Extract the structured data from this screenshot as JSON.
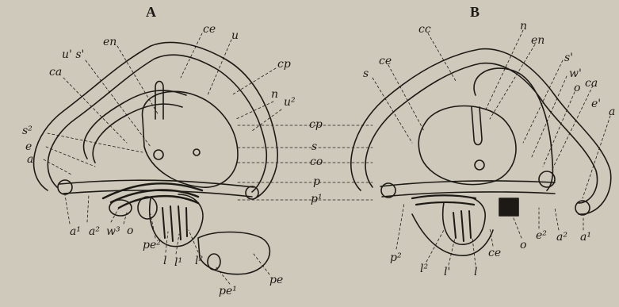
{
  "panels": {
    "a": "A",
    "b": "B"
  },
  "labels_a": {
    "en": "en",
    "ce": "ce",
    "u": "u",
    "u1s": "u' s'",
    "ca": "ca",
    "cp": "cp",
    "n": "n",
    "u2": "u²",
    "s2": "s²",
    "e": "e",
    "a": "a",
    "a1": "a¹",
    "a2": "a²",
    "w3": "w³",
    "o": "o",
    "pe2": "pe²",
    "l": "l",
    "l1": "l¹",
    "l2": "l²",
    "pe1": "pe¹",
    "pe": "pe"
  },
  "labels_mid": {
    "cp": "cp",
    "s": "s",
    "co": "co",
    "p": "p",
    "p1": "p¹"
  },
  "labels_b": {
    "cc": "cc",
    "n": "n",
    "en": "en",
    "ce": "ce",
    "s": "s",
    "s1": "s'",
    "w1": "w'",
    "o": "o",
    "ca": "ca",
    "e1": "e'",
    "a": "a",
    "p2": "p²",
    "l2": "l²",
    "l1": "l'",
    "l": "l",
    "ce2": "ce",
    "o2": "o",
    "e2": "e²",
    "a2": "a²",
    "a1": "a¹"
  },
  "colors": {
    "paper": "#cfc9bb",
    "ink": "#1d1a16"
  }
}
